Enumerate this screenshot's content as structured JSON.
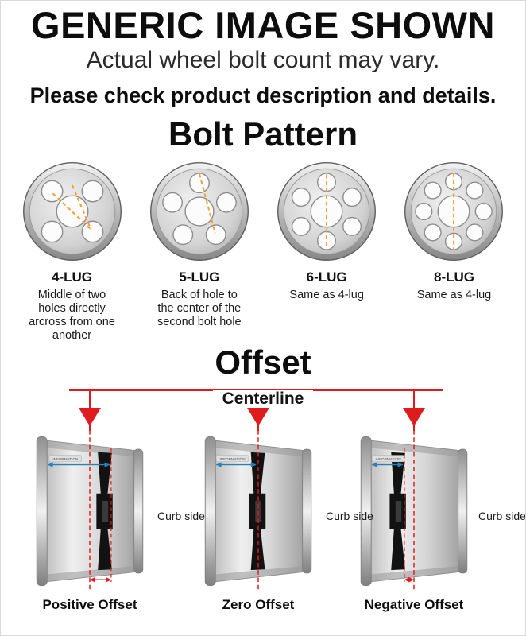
{
  "header": {
    "title": "GENERIC IMAGE SHOWN",
    "subtitle": "Actual wheel bolt count may vary.",
    "note": "Please check product description and details."
  },
  "bolt_pattern": {
    "title": "Bolt Pattern",
    "lugs": [
      {
        "label": "4-LUG",
        "holes": 4,
        "description": "Middle of two holes directly arcross from one another"
      },
      {
        "label": "5-LUG",
        "holes": 5,
        "description": "Back of hole to the center of the second bolt hole"
      },
      {
        "label": "6-LUG",
        "holes": 6,
        "description": "Same as 4-lug"
      },
      {
        "label": "8-LUG",
        "holes": 8,
        "description": "Same as 4-lug"
      }
    ]
  },
  "offset": {
    "title": "Offset",
    "centerline_label": "Centerline",
    "curb_side_label": "Curb side",
    "watermark": "INFORMATION",
    "types": [
      {
        "label": "Positive Offset"
      },
      {
        "label": "Zero Offset"
      },
      {
        "label": "Negative Offset"
      }
    ]
  },
  "colors": {
    "accent_red": "#e01b1e",
    "measure_orange": "#f0a23a",
    "measure_blue": "#2f7fb5"
  }
}
